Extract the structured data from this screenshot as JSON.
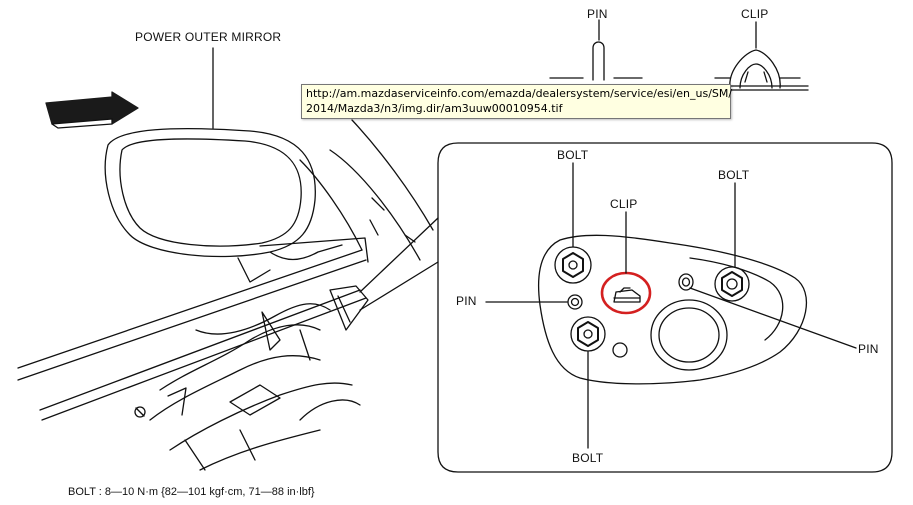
{
  "labels": {
    "power_outer_mirror": "POWER OUTER MIRROR",
    "pin_top": "PIN",
    "clip_top": "CLIP",
    "bolt_top_left": "BOLT",
    "clip_center": "CLIP",
    "bolt_top_right": "BOLT",
    "pin_left": "PIN",
    "pin_right": "PIN",
    "bolt_bottom": "BOLT"
  },
  "tooltip": {
    "line1": "http://am.mazdaserviceinfo.com/emazda/dealersystem/service/esi/en_us/SM/",
    "line2": "2014/Mazda3/n3/img.dir/am3uuw00010954.tif"
  },
  "torque_spec": "BOLT : 8—10 N·m {82—101 kgf·cm, 71—88 in·lbf}",
  "colors": {
    "highlight": "#d42020",
    "tooltip_bg": "#ffffe1",
    "line": "#111111"
  }
}
